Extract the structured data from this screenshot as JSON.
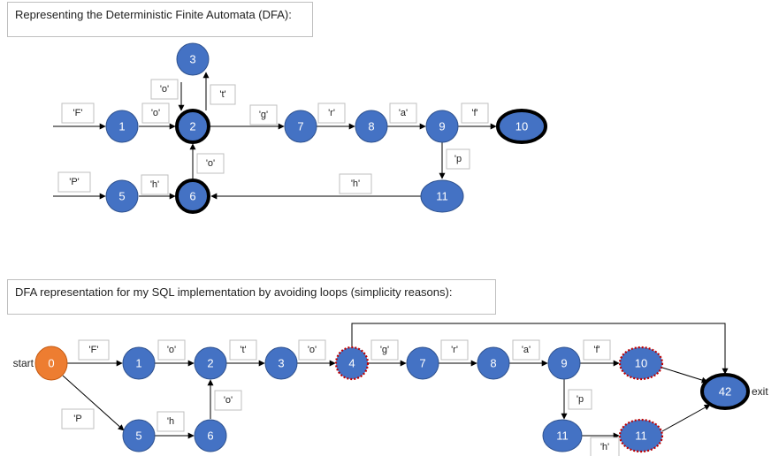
{
  "titles": {
    "top": "Representing the Deterministic Finite Automata (DFA):",
    "bottom": "DFA representation for my SQL implementation by avoiding loops (simplicity reasons):"
  },
  "colors": {
    "node_fill": "#4472c4",
    "start_fill": "#ed7d31",
    "accept_border": "#000000",
    "dotted_border": "#c00000",
    "edge": "#000000",
    "label_border": "#bfbfbf"
  },
  "side_labels": {
    "start": "start",
    "exit": "exit"
  },
  "top_diagram": {
    "nodes": [
      {
        "id": "1",
        "label": "1",
        "type": "normal"
      },
      {
        "id": "2",
        "label": "2",
        "type": "accept"
      },
      {
        "id": "3",
        "label": "3",
        "type": "normal"
      },
      {
        "id": "7",
        "label": "7",
        "type": "normal"
      },
      {
        "id": "8",
        "label": "8",
        "type": "normal"
      },
      {
        "id": "9",
        "label": "9",
        "type": "normal"
      },
      {
        "id": "10",
        "label": "10",
        "type": "accept"
      },
      {
        "id": "5",
        "label": "5",
        "type": "normal"
      },
      {
        "id": "6",
        "label": "6",
        "type": "accept"
      },
      {
        "id": "11",
        "label": "11",
        "type": "normal"
      }
    ],
    "edge_labels": [
      "'F'",
      "'o'",
      "'o'",
      "'t'",
      "'g'",
      "'r'",
      "'a'",
      "'f'",
      "'P'",
      "'h'",
      "'o'",
      "'h'",
      "'p"
    ]
  },
  "bottom_diagram": {
    "nodes": [
      {
        "id": "0",
        "label": "0",
        "type": "start"
      },
      {
        "id": "1",
        "label": "1",
        "type": "normal"
      },
      {
        "id": "2",
        "label": "2",
        "type": "normal"
      },
      {
        "id": "3",
        "label": "3",
        "type": "normal"
      },
      {
        "id": "4",
        "label": "4",
        "type": "dotted"
      },
      {
        "id": "7",
        "label": "7",
        "type": "normal"
      },
      {
        "id": "8",
        "label": "8",
        "type": "normal"
      },
      {
        "id": "9",
        "label": "9",
        "type": "normal"
      },
      {
        "id": "10",
        "label": "10",
        "type": "dotted"
      },
      {
        "id": "42",
        "label": "42",
        "type": "accept"
      },
      {
        "id": "5",
        "label": "5",
        "type": "normal"
      },
      {
        "id": "6",
        "label": "6",
        "type": "normal"
      },
      {
        "id": "11a",
        "label": "11",
        "type": "normal"
      },
      {
        "id": "11b",
        "label": "11",
        "type": "dotted"
      }
    ],
    "edge_labels": [
      "'F'",
      "'o'",
      "'t'",
      "'o'",
      "'g'",
      "'r'",
      "'a'",
      "'f'",
      "'P",
      "'h",
      "'o'",
      "'p",
      "'h'"
    ]
  }
}
